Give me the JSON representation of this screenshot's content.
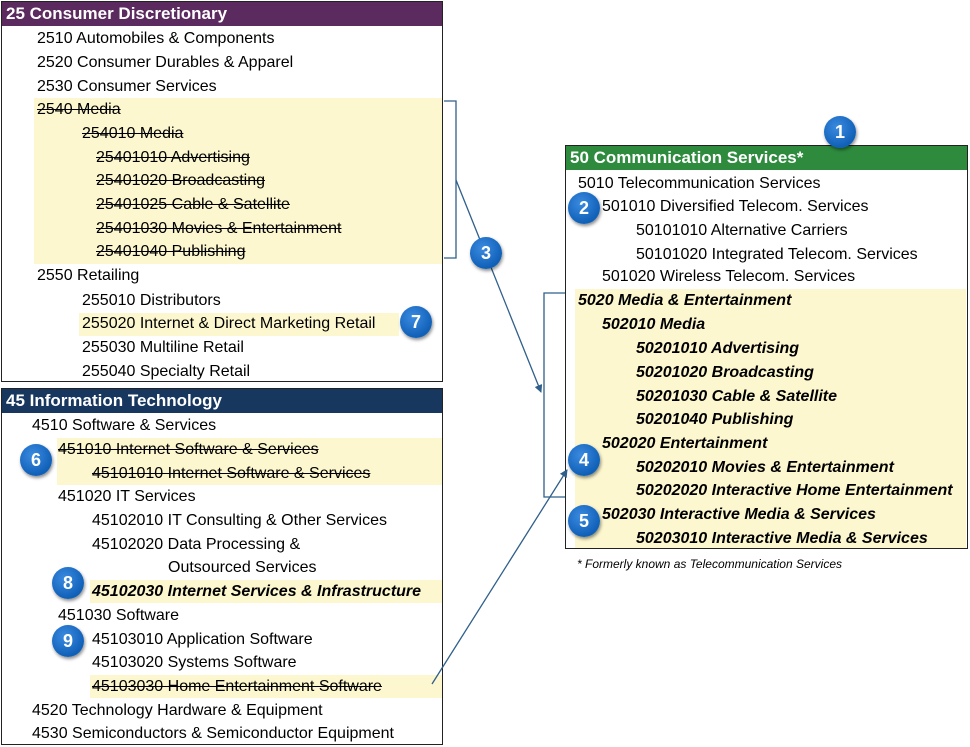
{
  "consumer": {
    "header": "25 Consumer Discretionary",
    "rows": [
      "2510 Automobiles & Components",
      "2520 Consumer Durables & Apparel",
      "2530 Consumer Services",
      "2540 Media",
      "254010 Media",
      "25401010 Advertising",
      "25401020 Broadcasting",
      "25401025 Cable & Satellite",
      "25401030 Movies & Entertainment",
      "25401040 Publishing",
      "2550 Retailing",
      "255010 Distributors",
      "255020 Internet & Direct Marketing Retail",
      "255030 Multiline Retail",
      "255040 Specialty Retail"
    ]
  },
  "it": {
    "header": "45 Information Technology",
    "rows": [
      "4510 Software & Services",
      "451010 Internet Software & Services",
      "45101010 Internet Software & Services",
      "451020 IT Services",
      "45102010 IT Consulting & Other Services",
      "45102020 Data Processing &",
      "Outsourced Services",
      "45102030 Internet Services & Infrastructure",
      "451030 Software",
      "45103010 Application Software",
      "45103020 Systems Software",
      "45103030 Home Entertainment Software",
      "4520 Technology Hardware & Equipment",
      "4530 Semiconductors & Semiconductor Equipment"
    ]
  },
  "comm": {
    "header": "50 Communication Services*",
    "rows": [
      "5010 Telecommunication Services",
      "501010 Diversified Telecom. Services",
      "50101010 Alternative Carriers",
      "50101020 Integrated Telecom. Services",
      "501020 Wireless Telecom. Services",
      "5020 Media & Entertainment",
      "502010 Media",
      "50201010 Advertising",
      "50201020 Broadcasting",
      "50201030 Cable & Satellite",
      "50201040 Publishing",
      "502020 Entertainment",
      "50202010 Movies & Entertainment",
      "50202020 Interactive Home Entertainment",
      "502030 Interactive Media & Services",
      "50203010 Interactive Media & Services"
    ],
    "footnote": "* Formerly known as Telecommunication Services"
  },
  "badges": [
    "1",
    "2",
    "3",
    "4",
    "5",
    "6",
    "7",
    "8",
    "9"
  ],
  "colors": {
    "consumer_header": "#5b2a5e",
    "it_header": "#17375e",
    "comm_header": "#2e8b3e",
    "highlight": "#fcf7cf",
    "badge": "#1565c0",
    "arrow": "#2f5f8a"
  }
}
